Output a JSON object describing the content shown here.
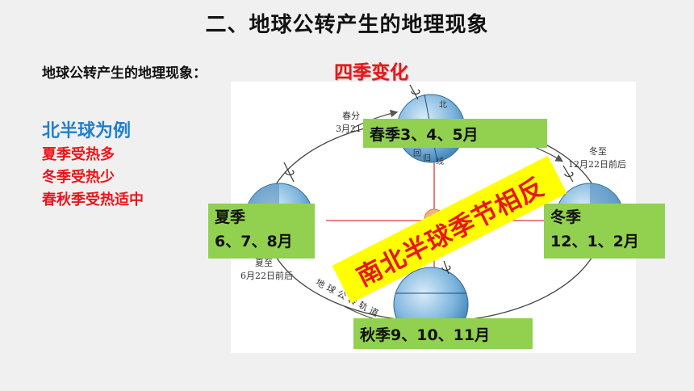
{
  "title": "二、地球公转产生的地理现象",
  "subtitle": "地球公转产生的地理现象：",
  "highlight": "四季变化",
  "left_panel": {
    "heading": "北半球为例",
    "lines": [
      "夏季受热多",
      "冬季受热少",
      "春秋季受热适中"
    ]
  },
  "diagram": {
    "spring_equinox": {
      "name": "春分",
      "date": "3月21"
    },
    "winter_solstice": {
      "name": "冬至",
      "date": "12月22日前后"
    },
    "summer_solstice": {
      "name": "夏至",
      "date": "6月22日前后"
    },
    "orbit_label": "地球公转轨道",
    "globe_text": [
      "北",
      "回",
      "归",
      "线"
    ],
    "spring_box": "春季3、4、5月",
    "summer_box": [
      "夏季",
      "6、7、8月"
    ],
    "winter_box": [
      "冬季",
      "12、1、2月"
    ],
    "autumn_box": "秋季9、10、11月",
    "banner": "南北半球季节相反"
  },
  "colors": {
    "title_text": "#111111",
    "accent_red": "#e8161b",
    "accent_blue": "#1f7fd1",
    "box_green": "#92d050",
    "banner_yellow": "#ffff00"
  }
}
